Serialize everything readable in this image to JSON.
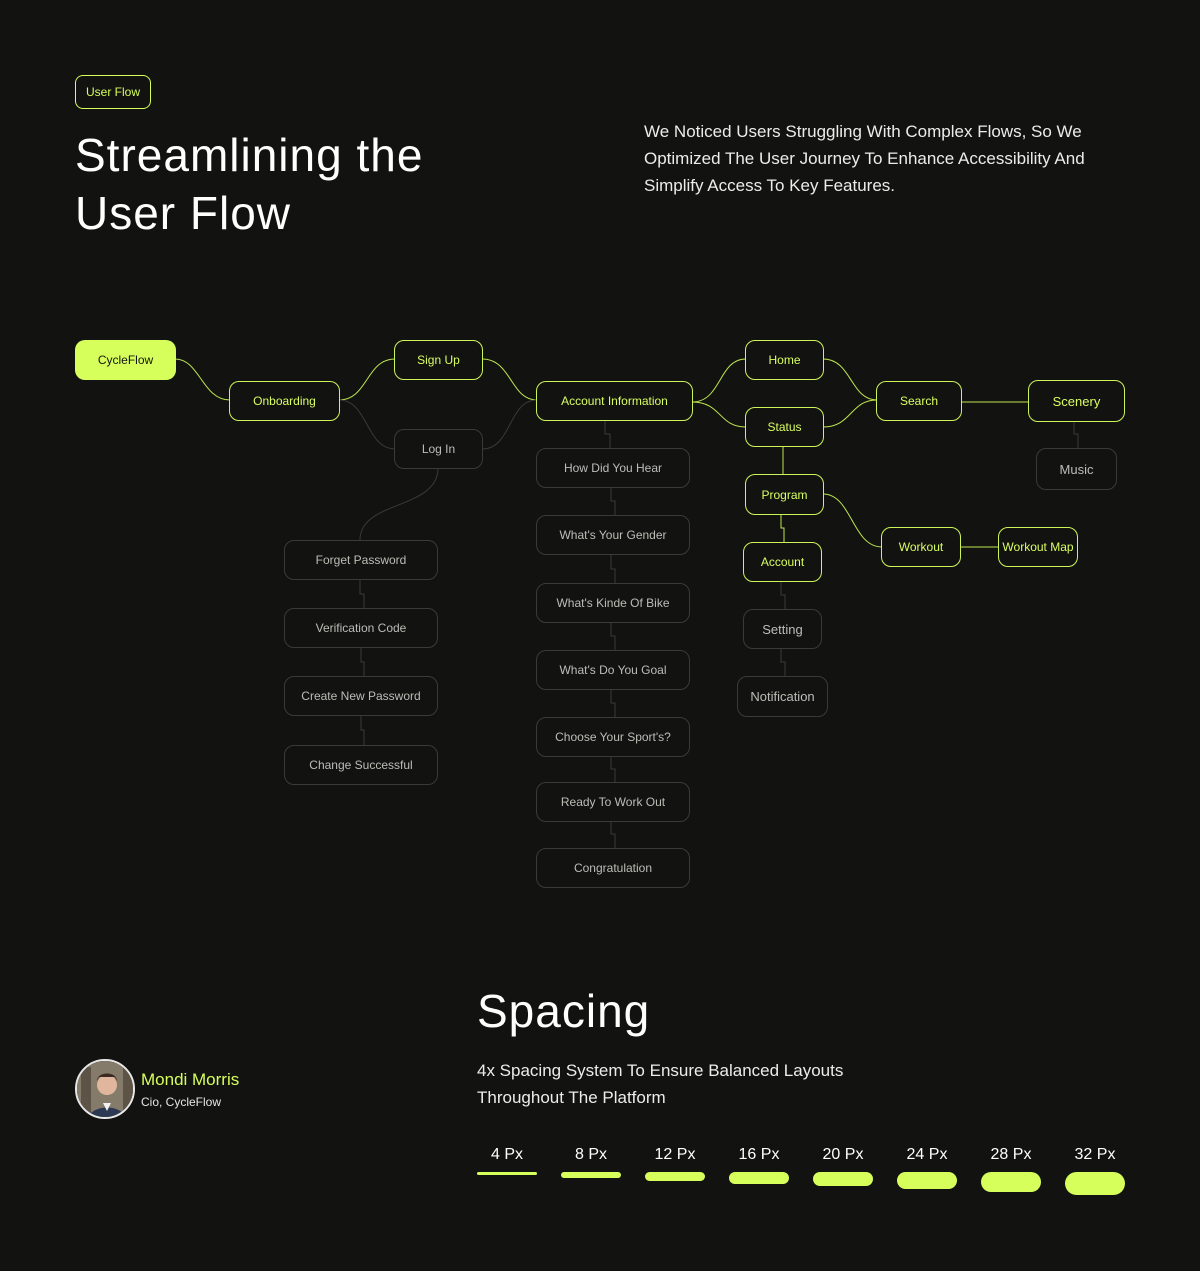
{
  "header": {
    "tag": "User Flow",
    "title": "Streamlining the\nUser Flow",
    "description": "We Noticed Users Struggling With Complex Flows, So We\nOptimized The User Journey To Enhance Accessibility And\nSimplify Access To Key Features."
  },
  "flow": {
    "cycleflow": "CycleFlow",
    "onboarding": "Onboarding",
    "signup": "Sign Up",
    "login": "Log In",
    "forget_password": "Forget Password",
    "verification_code": "Verification Code",
    "create_new_password": "Create New Password",
    "change_successful": "Change Successful",
    "account_information": "Account Information",
    "how_did_you_hear": "How Did You Hear",
    "whats_your_gender": "What's Your Gender",
    "whats_kinde_of_bike": "What's Kinde Of Bike",
    "whats_do_you_goal": "What's Do You Goal",
    "choose_your_sports": "Choose Your Sport's?",
    "ready_to_work_out": "Ready To Work Out",
    "congratulation": "Congratulation",
    "home": "Home",
    "status": "Status",
    "program": "Program",
    "account": "Account",
    "setting": "Setting",
    "notification": "Notification",
    "search": "Search",
    "scenery": "Scenery",
    "music": "Music",
    "workout": "Workout",
    "workout_map": "Workout Map"
  },
  "spacing": {
    "title": "Spacing",
    "description": "4x Spacing System To Ensure Balanced Layouts\nThroughout The Platform",
    "steps": [
      {
        "label": "4 Px",
        "value": 4
      },
      {
        "label": "8 Px",
        "value": 8
      },
      {
        "label": "12 Px",
        "value": 12
      },
      {
        "label": "16 Px",
        "value": 16
      },
      {
        "label": "20 Px",
        "value": 20
      },
      {
        "label": "24 Px",
        "value": 24
      },
      {
        "label": "28 Px",
        "value": 28
      },
      {
        "label": "32 Px",
        "value": 32
      }
    ]
  },
  "profile": {
    "name": "Mondi Morris",
    "role": "Cio, CycleFlow"
  },
  "colors": {
    "background": "#121210",
    "accent": "#d7ff5c",
    "muted_border": "#3a3a37"
  }
}
